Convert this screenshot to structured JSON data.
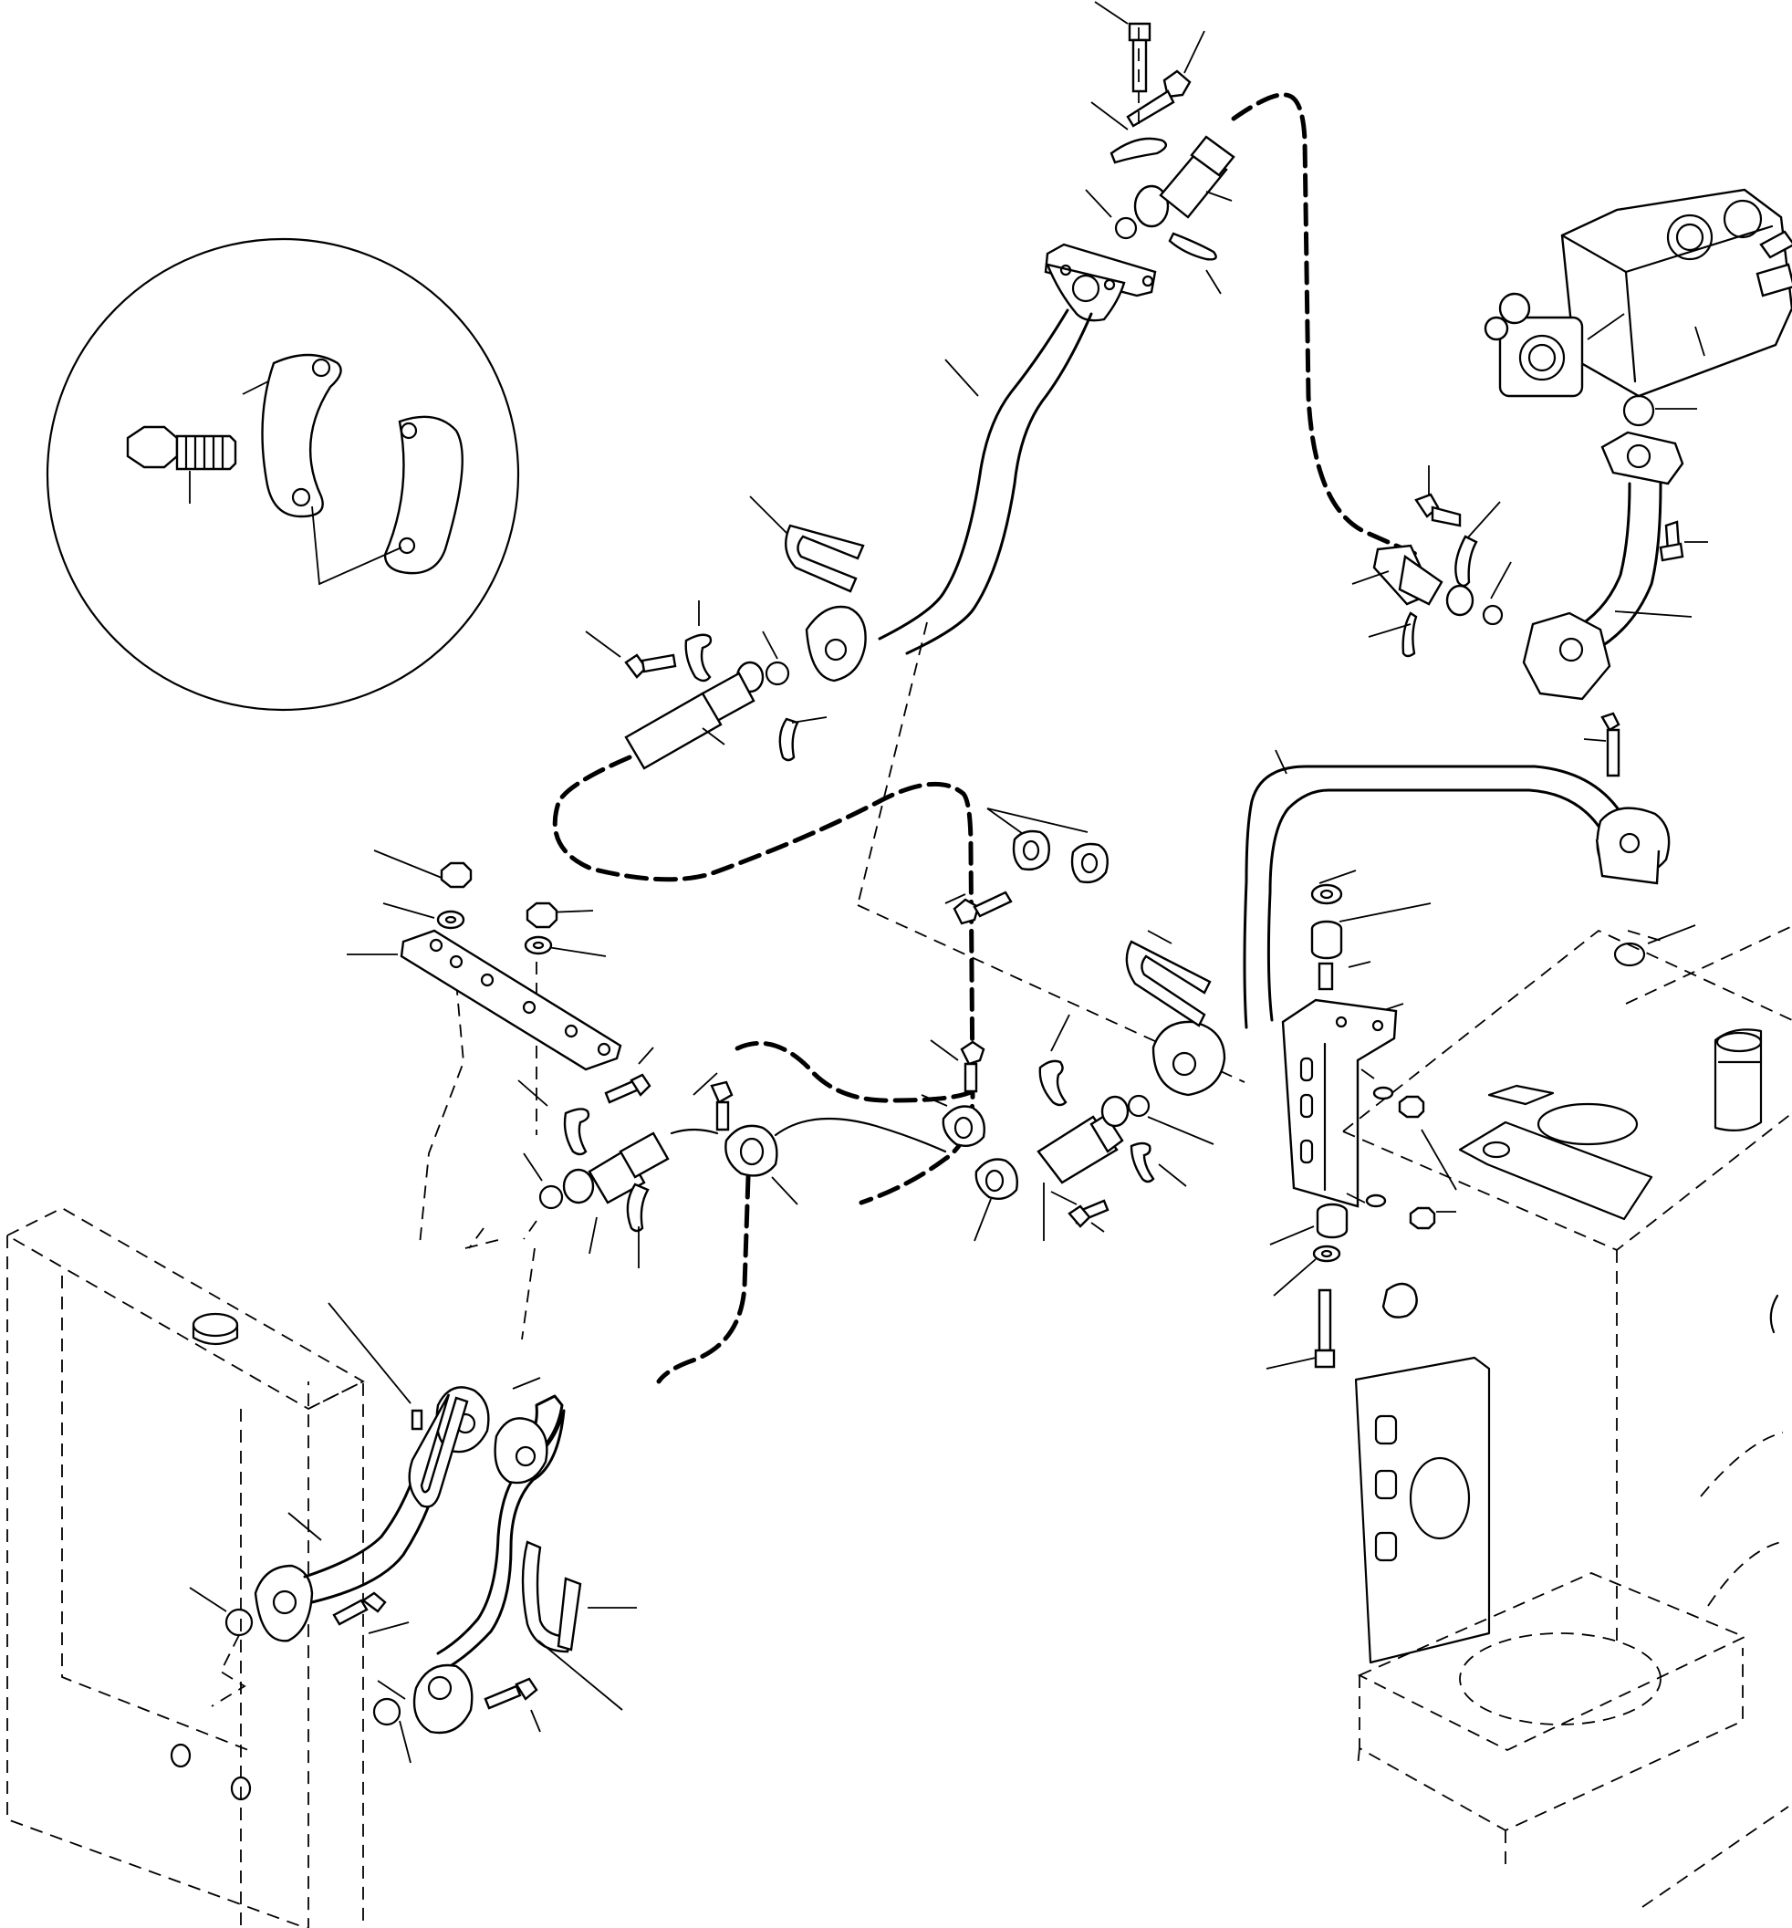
{
  "diagram": {
    "kind": "exploded parts drawing",
    "colors": {
      "line": "#000000",
      "background": "#ffffff"
    },
    "components": [
      "detail-circle-split-flange-clamp",
      "upper-hose-assembly",
      "control-valve",
      "valve-elbow-tube",
      "upper-tube-with-flange",
      "lower-hose-assembly",
      "mounting-plate",
      "right-steel-tube",
      "bracket-with-bushings",
      "transmission-housing",
      "radiator-cooler-outline",
      "cooler-tubes-with-u-bolts"
    ]
  }
}
